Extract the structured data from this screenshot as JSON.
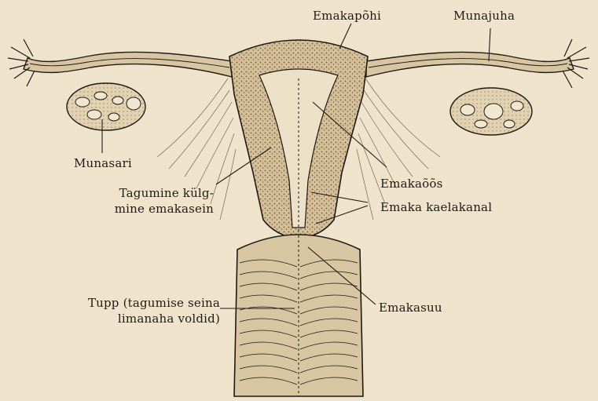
{
  "diagram": {
    "labels": {
      "fundus": "Emakapõhi",
      "fallopian_tube": "Munajuha",
      "ovary": "Munasari",
      "wall_line1": "Tagumine külg-",
      "wall_line2": "mine emakasein",
      "cavity": "Emakaõõs",
      "cervical_canal": "Emaka kaelakanal",
      "vagina_line1": "Tupp (tagumise seina",
      "vagina_line2": "limanaha voldid)",
      "os": "Emakasuu"
    },
    "colors": {
      "paper": "#efe3cc",
      "ink": "#1e1a14",
      "tissue": "#d9c6a3",
      "tissue_dark": "#b39b74"
    }
  }
}
